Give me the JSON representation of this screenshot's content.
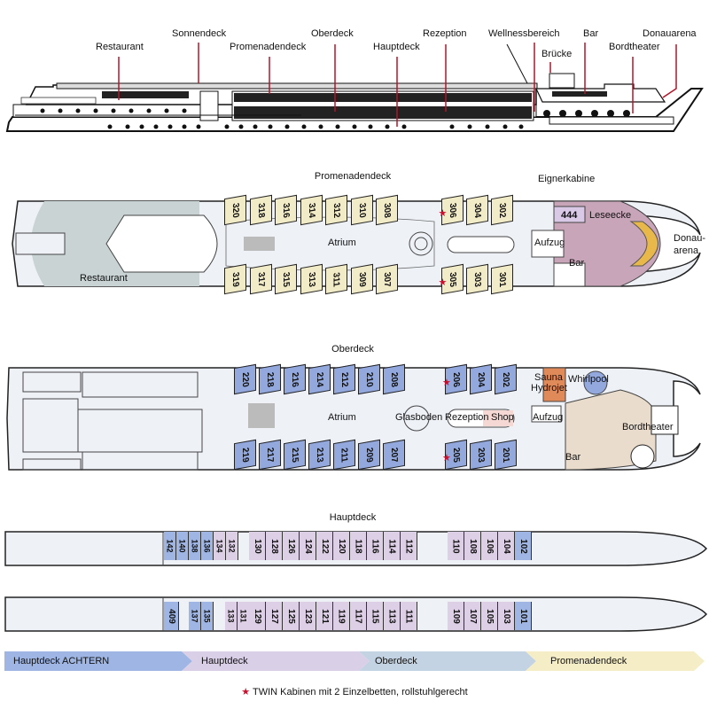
{
  "side_view": {
    "labels": [
      {
        "id": "restaurant",
        "text": "Restaurant"
      },
      {
        "id": "sonnendeck",
        "text": "Sonnendeck"
      },
      {
        "id": "promenadendeck",
        "text": "Promenadendeck"
      },
      {
        "id": "oberdeck",
        "text": "Oberdeck"
      },
      {
        "id": "hauptdeck",
        "text": "Hauptdeck"
      },
      {
        "id": "rezeption",
        "text": "Rezeption"
      },
      {
        "id": "wellnessbereich",
        "text": "Wellnessbereich"
      },
      {
        "id": "bruecke",
        "text": "Brücke"
      },
      {
        "id": "bar",
        "text": "Bar"
      },
      {
        "id": "bordtheater",
        "text": "Bordtheater"
      },
      {
        "id": "donauarena",
        "text": "Donauarena"
      }
    ]
  },
  "promenadendeck": {
    "title": "Promenadendeck",
    "labels": {
      "eignerkabine": "Eignerkabine",
      "leseecke": "Leseecke",
      "atrium": "Atrium",
      "aufzug": "Aufzug",
      "bar": "Bar",
      "restaurant": "Restaurant",
      "donauarena_1": "Donau-",
      "donauarena_2": "arena"
    },
    "cabins_top": [
      "320",
      "318",
      "316",
      "314",
      "312",
      "310",
      "308",
      "306",
      "304",
      "302"
    ],
    "cabins_bottom": [
      "319",
      "317",
      "315",
      "313",
      "311",
      "309",
      "307",
      "305",
      "303",
      "301"
    ],
    "owner_cabin": "444",
    "wheelchair_cabins": [
      "306",
      "305"
    ],
    "colors": {
      "cabin": "#f2ebc8",
      "restaurant": "#c9d3d3",
      "bar": "#c8a5b9",
      "owner": "#d9c9e6",
      "arena": "#e8b84a"
    }
  },
  "oberdeck": {
    "title": "Oberdeck",
    "labels": {
      "atrium": "Atrium",
      "glasboden": "Glasboden",
      "rezeption": "Rezeption",
      "shop": "Shop",
      "aufzug": "Aufzug",
      "sauna": "Sauna",
      "hydrojet": "Hydrojet",
      "whirlpool": "Whirlpool",
      "bordtheater": "Bordtheater",
      "bar": "Bar"
    },
    "cabins_top": [
      "220",
      "218",
      "216",
      "214",
      "212",
      "210",
      "208",
      "206",
      "204",
      "202"
    ],
    "cabins_bottom": [
      "219",
      "217",
      "215",
      "213",
      "211",
      "209",
      "207",
      "205",
      "203",
      "201"
    ],
    "wheelchair_cabins": [
      "206",
      "205"
    ],
    "colors": {
      "cabin": "#93a9de",
      "sauna": "#e08a5a",
      "theater": "#eadccd",
      "whirlpool": "#93a9de",
      "shop": "#f5d7d3"
    }
  },
  "hauptdeck": {
    "title": "Hauptdeck",
    "row_top": {
      "aft_blue": [
        "142",
        "140",
        "138",
        "136"
      ],
      "mid": [
        "134",
        "132"
      ],
      "main": [
        "130",
        "128",
        "126",
        "124",
        "122",
        "120",
        "118",
        "116",
        "114",
        "112"
      ],
      "fwd": [
        "110",
        "108",
        "106",
        "104"
      ],
      "fwd_blue": [
        "102"
      ]
    },
    "row_bottom": {
      "aft_blue": [
        "409"
      ],
      "mid_blue": [
        "137",
        "135"
      ],
      "mid": [
        "133",
        "131"
      ],
      "main": [
        "129",
        "127",
        "125",
        "123",
        "121",
        "119",
        "117",
        "115",
        "113",
        "111"
      ],
      "fwd": [
        "109",
        "107",
        "105",
        "103"
      ],
      "fwd_blue": [
        "101"
      ]
    },
    "colors": {
      "purple": "#ddd0e6",
      "blue": "#9fb6e4",
      "hull": "#f0f4fa"
    }
  },
  "legend": {
    "segments": [
      {
        "label": "Hauptdeck ACHTERN",
        "color": "#9fb6e4"
      },
      {
        "label": "Hauptdeck",
        "color": "#d9cfe6"
      },
      {
        "label": "Oberdeck",
        "color": "#c3d3e3"
      },
      {
        "label": "Promenadendeck",
        "color": "#f5edc6"
      }
    ],
    "note_symbol": "★",
    "note": "TWIN Kabinen mit 2 Einzelbetten, rollstuhlgerecht"
  }
}
